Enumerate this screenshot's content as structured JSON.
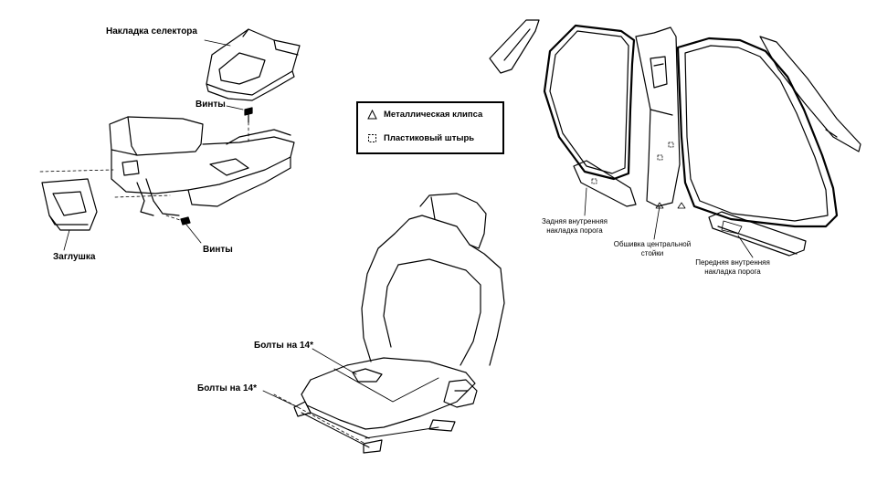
{
  "labels": {
    "selector_trim": "Накладка селектора",
    "screws_top": "Винты",
    "screws_bottom": "Винты",
    "plug": "Заглушка",
    "bolts_upper": "Болты на 14*",
    "bolts_lower": "Болты на 14*",
    "rear_sill_1": "Задняя внутренняя",
    "rear_sill_2": "накладка порога",
    "center_pillar_1": "Обшивка центральной",
    "center_pillar_2": "стойки",
    "front_sill_1": "Передняя внутренняя",
    "front_sill_2": "накладка порога"
  },
  "legend": {
    "metal_clip": "Металлическая клипса",
    "plastic_pin": "Пластиковый штырь",
    "metal_clip_symbol": "triangle",
    "plastic_pin_symbol": "dashed-square"
  }
}
